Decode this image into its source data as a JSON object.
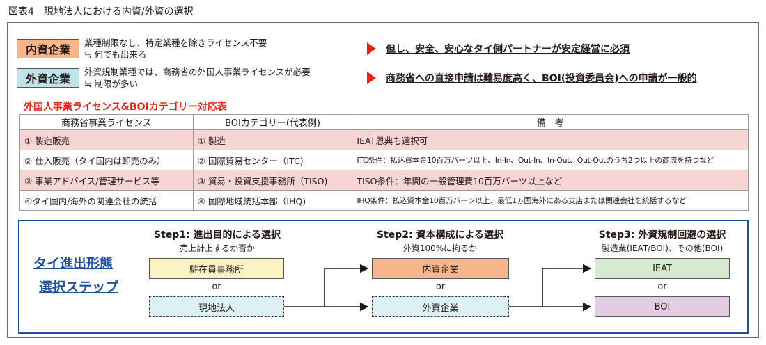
{
  "figure_title": "図表4　現地法人における内資/外資の選択",
  "domestic": {
    "label": "内資企業",
    "line1": "業種制限なし、特定業種を除きライセンス不要",
    "line2": "≒ 何でも出来る",
    "conclusion": "但し、安全、安心なタイ側パートナーが安定経営に必須"
  },
  "foreign": {
    "label": "外資企業",
    "line1": "外資規制業種では、商務省の外国人事業ライセンスが必要",
    "line2": "≒ 制限が多い",
    "conclusion": "商務省への直接申請は難易度高く、BOI(投資委員会)への申請が一般的"
  },
  "table": {
    "title": "外国人事業ライセンス&BOIカテゴリー対応表",
    "headers": [
      "商務省事業ライセンス",
      "BOIカテゴリー(代表例)",
      "備　考"
    ],
    "rows": [
      [
        "① 製造販売",
        "① 製造",
        "IEAT恩典も選択可"
      ],
      [
        "② 仕入販売（タイ国内は卸売のみ）",
        "② 国際貿易センター（ITC)",
        "ITC条件：払込資本金10百万バーツ以上、In-In、Out-In、In-Out、Out-Outのうち2つ以上の商流を持つなど"
      ],
      [
        "③ 事業アドバイス/管理サービス等",
        "③ 貿易・投資支援事務所（TISO)",
        "TISO条件：年間の一般管理費10百万バーツ以上など"
      ],
      [
        "④タイ国内/海外の関連会社の統括",
        "④ 国際地域統括本部（IHQ)",
        "IHQ条件：払込資本金10百万バーツ以上、最低1ヵ国海外にある支店または関連会社を統括するなど"
      ]
    ]
  },
  "steps": {
    "left_label_line1": "タイ進出形態",
    "left_label_line2": "選択ステップ",
    "step1": {
      "title": "Step1: 進出目的による選択",
      "sub": "売上計上するか否か",
      "box_top": "駐在員事務所",
      "or": "or",
      "box_bottom": "現地法人"
    },
    "step2": {
      "title": "Step2: 資本構成による選択",
      "sub": "外資100%に拘るか",
      "box_top": "内資企業",
      "or": "or",
      "box_bottom": "外資企業"
    },
    "step3": {
      "title": "Step3: 外資規制回避の選択",
      "sub": "製造業(IEAT/BOI)、その他(BOI)",
      "box_top": "IEAT",
      "or": "or",
      "box_bottom": "BOI"
    }
  },
  "colors": {
    "domestic_fill": "#f7b58c",
    "foreign_fill": "#bfe5ea",
    "accent_red": "#e2231a",
    "pink_row": "#f6d5d3",
    "frame_blue": "#1f4e9c",
    "ieat_fill": "#d5ead0",
    "boi_fill": "#e3cde4",
    "office_fill": "#fbf3c4"
  }
}
